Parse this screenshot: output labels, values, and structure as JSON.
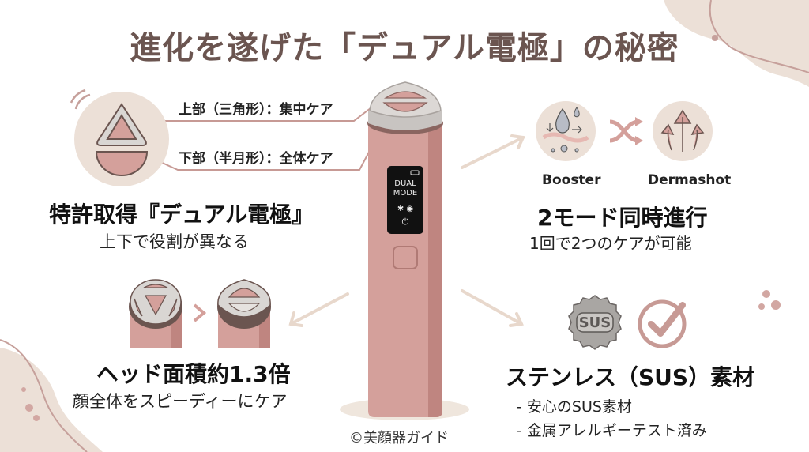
{
  "title": "進化を遂げた「デュアル電極」の秘密",
  "colors": {
    "title": "#6b5550",
    "device_body": "#d49d98",
    "device_shade": "#bf8580",
    "beige": "#ece0d7",
    "rose": "#c98e88",
    "silver": "#d9d6d3",
    "dark_brown": "#6b5550"
  },
  "top_left": {
    "label_upper": "上部（三角形）：集中ケア",
    "label_lower": "下部（半月形）：全体ケア",
    "heading": "特許取得『デュアル電極』",
    "sub": "上下で役割が異なる"
  },
  "top_right": {
    "mode1": "Booster",
    "mode2": "Dermashot",
    "heading": "2モード同時進行",
    "sub": "1回で2つのケアが可能"
  },
  "bottom_left": {
    "heading": "ヘッド面積約1.3倍",
    "sub": "顔全体をスピーディーにケア"
  },
  "bottom_right": {
    "badge": "SUS",
    "heading": "ステンレス（SUS）素材",
    "bullets": [
      "- 安心のSUS素材",
      "- 金属アレルギーテスト済み"
    ]
  },
  "device": {
    "screen_line1": "DUAL",
    "screen_line2": "MODE"
  },
  "icons": [
    "bluetooth-icon",
    "vibration-icon",
    "power-icon",
    "battery-icon",
    "check-icon",
    "shuffle-arrows-icon",
    "water-drop-icon",
    "arrows-up-icon"
  ],
  "copyright": "©美顔器ガイド"
}
